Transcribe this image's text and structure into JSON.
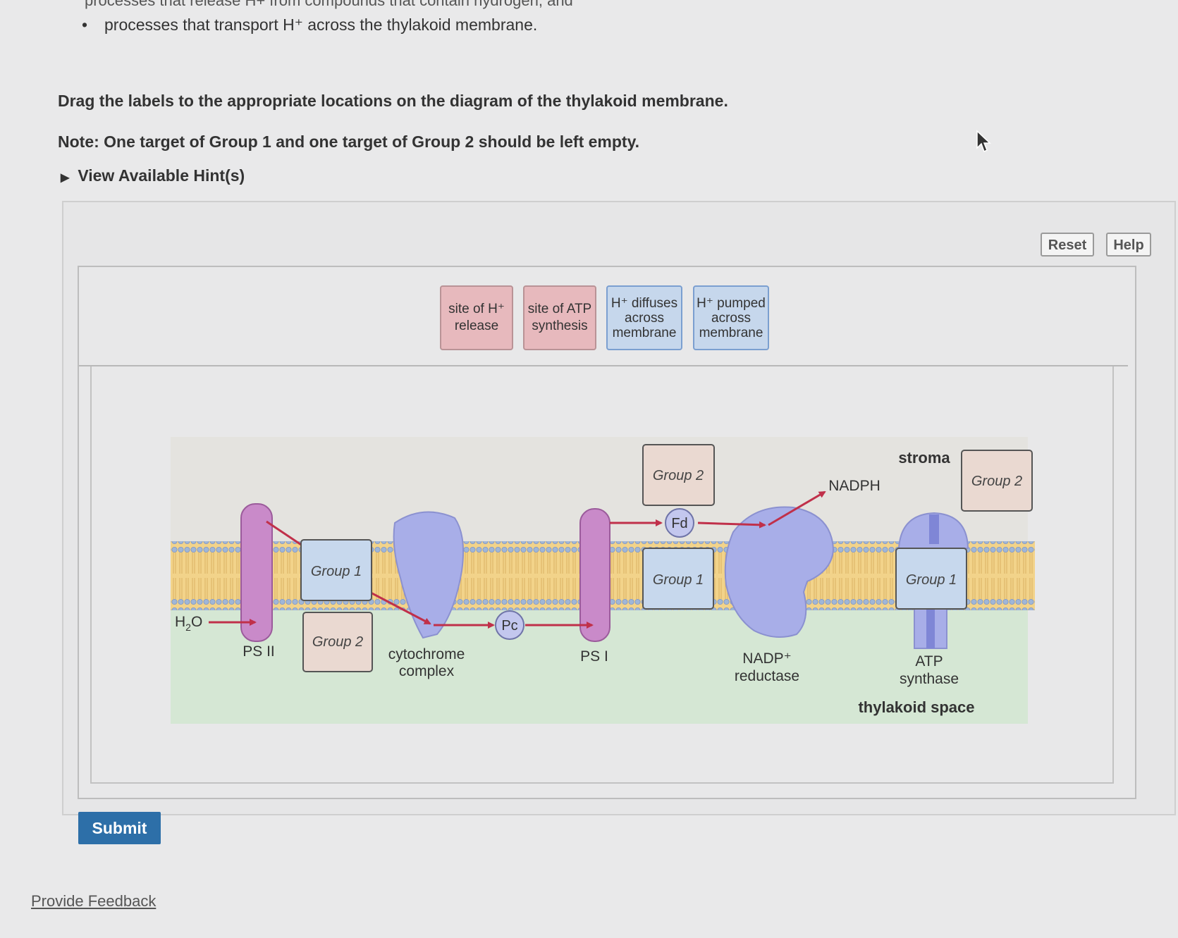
{
  "instructions": {
    "bullet_cut": "processes that release H+ from compounds that contain hydrogen, and",
    "bullet": "processes that transport H⁺ across the thylakoid membrane.",
    "drag_text": "Drag the labels to the appropriate locations on the diagram of the thylakoid membrane.",
    "note_text": "Note: One target of Group 1 and one target of Group 2 should be left empty.",
    "hint_link": "View Available Hint(s)"
  },
  "toolbar": {
    "reset_label": "Reset",
    "help_label": "Help"
  },
  "labels": [
    {
      "line1": "site of H⁺",
      "line2": "release",
      "color": "#e7b9bd"
    },
    {
      "line1": "site of ATP",
      "line2": "synthesis",
      "color": "#e7b9bd"
    },
    {
      "line1": "H⁺ diffuses",
      "line2": "across",
      "line3": "membrane",
      "color": "#c6d7ec"
    },
    {
      "line1": "H⁺ pumped",
      "line2": "across",
      "line3": "membrane",
      "color": "#c6d7ec"
    }
  ],
  "diagram": {
    "stroma_label": "stroma",
    "thylakoid_space_label": "thylakoid space",
    "h2o": "H",
    "h2o_sub": "2",
    "h2o_tail": "O",
    "ps2": "PS II",
    "ps1": "PS I",
    "cytochrome_line1": "cytochrome",
    "cytochrome_line2": "complex",
    "pc": "Pc",
    "fd": "Fd",
    "nadph": "NADPH",
    "nadp_line1": "NADP⁺",
    "nadp_line2": "reductase",
    "atp_line1": "ATP",
    "atp_line2": "synthase",
    "group1": "Group 1",
    "group2": "Group 2",
    "colors": {
      "membrane": "#f2d38a",
      "stroma": "#e8e8e2",
      "lumen": "#d6e8d5",
      "photosystem": "#c98ac9",
      "protein": "#a8aee8",
      "arrow": "#c0304a",
      "group1_fill": "#c7d8ed",
      "group2_fill": "#ead9d1"
    }
  },
  "footer": {
    "submit_label": "Submit",
    "feedback_label": "Provide Feedback"
  }
}
